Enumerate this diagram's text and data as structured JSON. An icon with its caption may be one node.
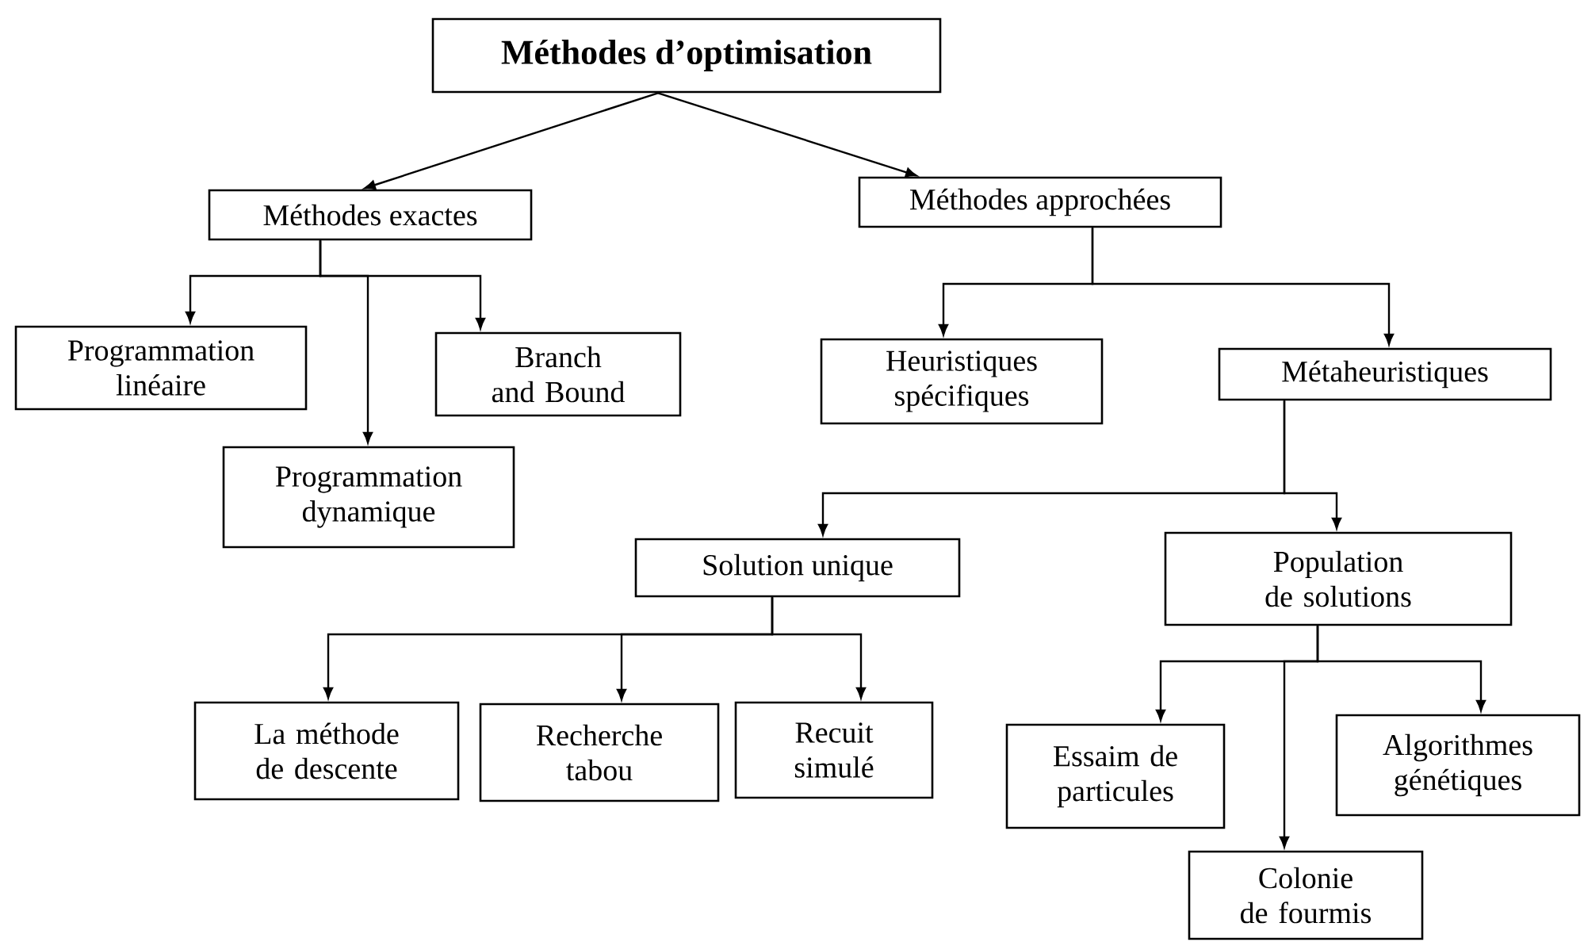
{
  "diagram": {
    "nodes": [
      {
        "text": [
          "Méthodes d’optimisation"
        ]
      },
      {
        "text": [
          "Méthodes exactes"
        ]
      },
      {
        "text": [
          "Méthodes approchées"
        ]
      },
      {
        "text": [
          "Programmation linéaire"
        ]
      },
      {
        "text": [
          "Branch and Bound"
        ]
      },
      {
        "text": [
          "Programmation dynamique"
        ]
      },
      {
        "text": [
          "Heuristiques spécifiques"
        ]
      },
      {
        "text": [
          "Métaheuristiques"
        ]
      },
      {
        "text": [
          "Solution unique"
        ]
      },
      {
        "text": [
          "Population de solutions"
        ]
      },
      {
        "text": [
          "La méthode de descente"
        ]
      },
      {
        "text": [
          "Recherche tabou"
        ]
      },
      {
        "text": [
          "Recuit simulé"
        ]
      },
      {
        "text": [
          "Essaim de particules"
        ]
      },
      {
        "text": [
          "Algorithmes génétiques"
        ]
      },
      {
        "text": [
          "Colonie de fourmis"
        ]
      }
    ],
    "edges": [
      {
        "from": 0,
        "to": 1,
        "arrow": "to"
      },
      {
        "from": 0,
        "to": 2,
        "arrow": "to"
      },
      {
        "from": 1,
        "to": 3,
        "arrow": "to"
      },
      {
        "from": 1,
        "to": 5,
        "arrow": "to"
      },
      {
        "from": 1,
        "to": 4,
        "arrow": "to"
      },
      {
        "from": 2,
        "to": 6,
        "arrow": "to"
      },
      {
        "from": 2,
        "to": 7,
        "arrow": "to"
      },
      {
        "from": 7,
        "to": 8,
        "arrow": "to"
      },
      {
        "from": 7,
        "to": 9,
        "arrow": "to"
      },
      {
        "from": 8,
        "to": 10,
        "arrow": "to"
      },
      {
        "from": 8,
        "to": 11,
        "arrow": "to"
      },
      {
        "from": 8,
        "to": 12,
        "arrow": "to"
      },
      {
        "from": 9,
        "to": 13,
        "arrow": "to"
      },
      {
        "from": 9,
        "to": 15,
        "arrow": "to"
      },
      {
        "from": 9,
        "to": 14,
        "arrow": "to"
      }
    ]
  }
}
